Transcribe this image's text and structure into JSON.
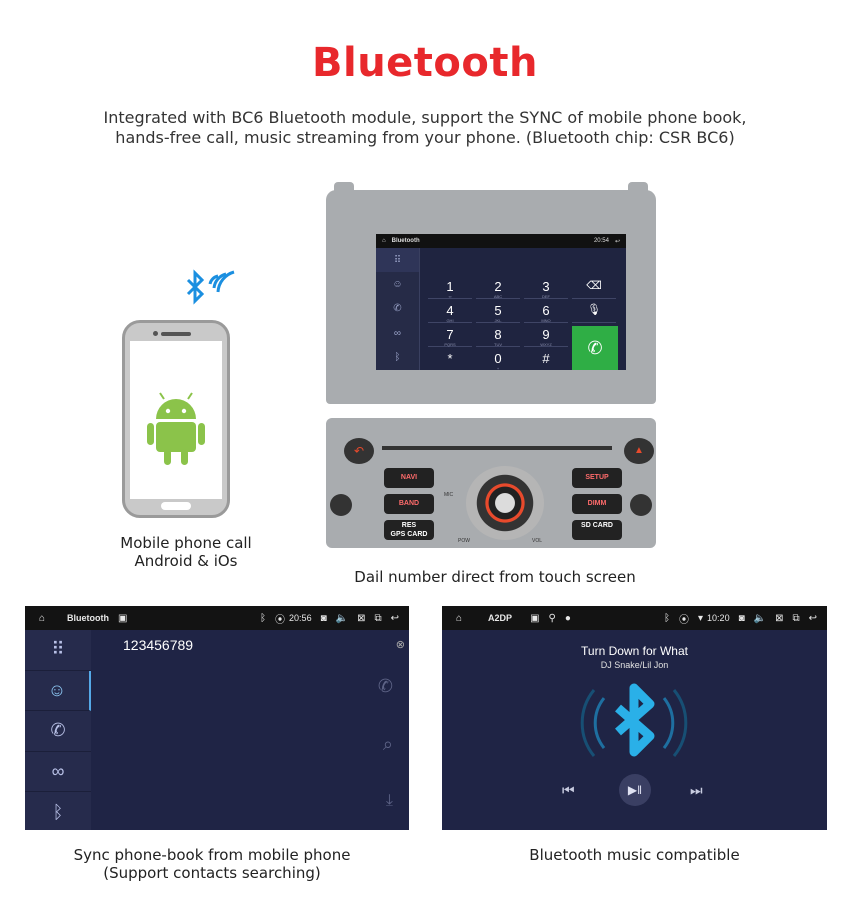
{
  "header": {
    "title": "Bluetooth",
    "description_line1": "Integrated with BC6 Bluetooth module, support the SYNC of mobile phone book,",
    "description_line2": "hands-free call, music streaming from your phone. (Bluetooth chip: CSR BC6)"
  },
  "captions": {
    "phone_line1": "Mobile phone call",
    "phone_line2": "Android & iOs",
    "unit": "Dail number direct from touch screen",
    "phonebook_line1": "Sync phone-book from mobile phone",
    "phonebook_line2": "(Support contacts searching)",
    "music": "Bluetooth music compatible"
  },
  "unit_screen": {
    "title": "Bluetooth",
    "time": "20:54",
    "keys": [
      {
        "d": "1",
        "s": "∞"
      },
      {
        "d": "2",
        "s": "ABC"
      },
      {
        "d": "3",
        "s": "DEF"
      },
      {
        "d": "4",
        "s": "GHI"
      },
      {
        "d": "5",
        "s": "JKL"
      },
      {
        "d": "6",
        "s": "MNO"
      },
      {
        "d": "7",
        "s": "PQRS"
      },
      {
        "d": "8",
        "s": "TUV"
      },
      {
        "d": "9",
        "s": "WXYZ"
      },
      {
        "d": "*",
        "s": ""
      },
      {
        "d": "0",
        "s": "+"
      },
      {
        "d": "#",
        "s": ""
      }
    ]
  },
  "unit_buttons": {
    "navi": "NAVI",
    "band": "BAND",
    "res_gps_1": "RES",
    "res_gps_2": "GPS CARD",
    "setup": "SETUP",
    "dimm": "DIMM",
    "sd_card": "SD CARD",
    "mic": "MIC",
    "pow": "POW",
    "vol": "VOL"
  },
  "phonebook_screen": {
    "title": "Bluetooth",
    "time": "20:56",
    "number": "123456789",
    "sidebar": [
      "dialpad-icon",
      "contacts-icon",
      "call-log-icon",
      "link-icon",
      "bluetooth-icon"
    ]
  },
  "music_screen": {
    "title": "A2DP",
    "time": "10:20",
    "song": "Turn Down for What",
    "artist": "DJ Snake/Lil Jon"
  },
  "colors": {
    "title": "#e8282c",
    "screen_bg": "#1f2445",
    "call_green": "#2fae45",
    "bluetooth_blue": "#2ab0e8"
  }
}
